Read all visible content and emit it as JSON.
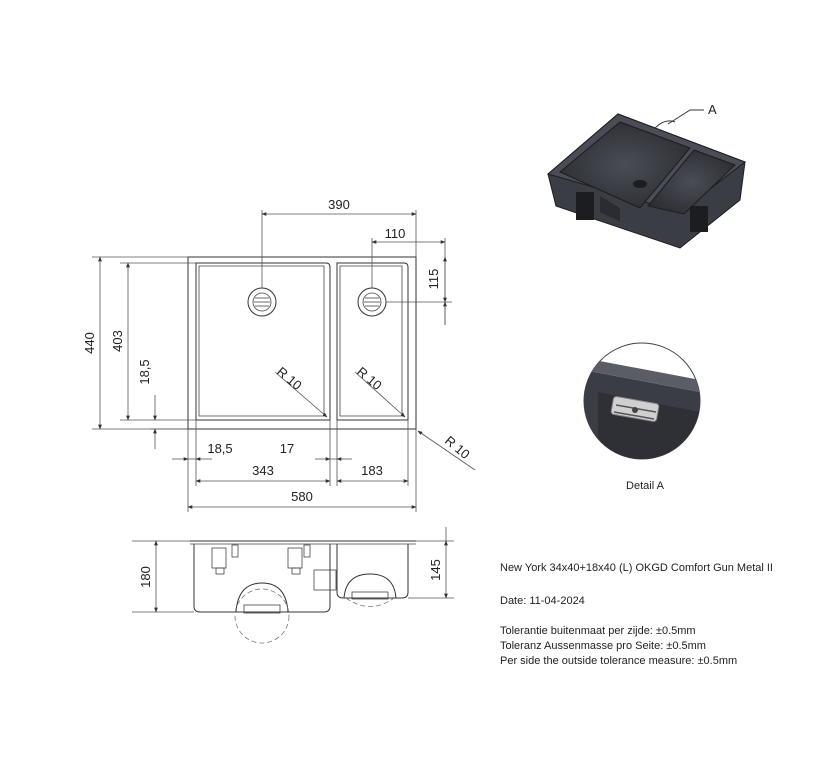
{
  "top_view": {
    "dim_390": "390",
    "dim_110": "110",
    "dim_115": "115",
    "dim_440": "440",
    "dim_403": "403",
    "dim_18_5_vertical": "18,5",
    "radius_left": "R 10",
    "radius_right": "R 10",
    "radius_outer": "R 10",
    "dim_18_5_horizontal": "18,5",
    "dim_17": "17",
    "dim_343": "343",
    "dim_183": "183",
    "dim_580": "580"
  },
  "side_view": {
    "dim_180": "180",
    "dim_145": "145"
  },
  "iso_view": {
    "callout": "A"
  },
  "detail": {
    "caption": "Detail A"
  },
  "notes": {
    "product": "New York 34x40+18x40 (L) OKGD Comfort Gun Metal II",
    "date": "Date: 11-04-2024",
    "tolerance_nl": "Tolerantie buitenmaat per zijde: ±0.5mm",
    "tolerance_de": "Toleranz Aussenmasse pro Seite: ±0.5mm",
    "tolerance_en": "Per side the outside tolerance measure: ±0.5mm"
  },
  "colors": {
    "gunmetal": "#3a3d44",
    "line": "#333333"
  }
}
